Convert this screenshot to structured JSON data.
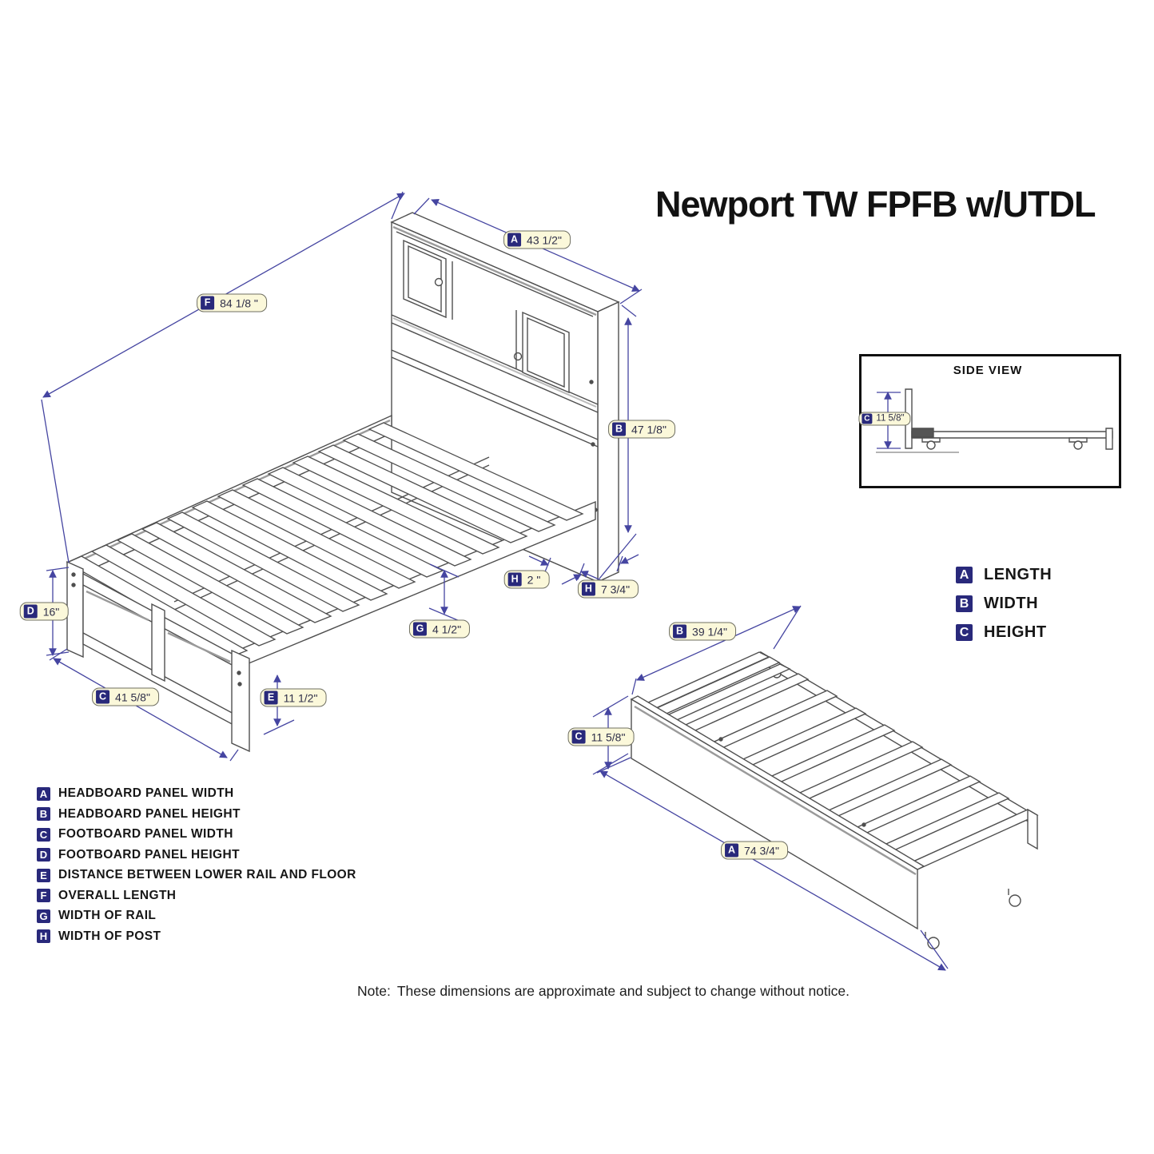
{
  "title": "Newport TW FPFB w/UTDL",
  "side_view": {
    "title": "SIDE VIEW",
    "dimension": {
      "letter": "C",
      "value": "11 5/8\""
    }
  },
  "bed_dimensions": {
    "a": {
      "letter": "A",
      "value": "43 1/2\""
    },
    "f": {
      "letter": "F",
      "value": "84 1/8 \""
    },
    "b": {
      "letter": "B",
      "value": "47 1/8\""
    },
    "h_width": {
      "letter": "H",
      "value": "2 \""
    },
    "h_depth": {
      "letter": "H",
      "value": "7 3/4\""
    },
    "g": {
      "letter": "G",
      "value": "4 1/2\""
    },
    "d": {
      "letter": "D",
      "value": "16\""
    },
    "c": {
      "letter": "C",
      "value": "41 5/8\""
    },
    "e": {
      "letter": "E",
      "value": "11 1/2\""
    }
  },
  "trundle_dimensions": {
    "b": {
      "letter": "B",
      "value": "39 1/4\""
    },
    "c": {
      "letter": "C",
      "value": "11 5/8\""
    },
    "a": {
      "letter": "A",
      "value": "74 3/4\""
    }
  },
  "axis_legend": {
    "items": [
      {
        "letter": "A",
        "label": "LENGTH"
      },
      {
        "letter": "B",
        "label": "WIDTH"
      },
      {
        "letter": "C",
        "label": "HEIGHT"
      }
    ]
  },
  "dimension_legend": {
    "items": [
      {
        "letter": "A",
        "label": "HEADBOARD PANEL WIDTH"
      },
      {
        "letter": "B",
        "label": "HEADBOARD PANEL HEIGHT"
      },
      {
        "letter": "C",
        "label": "FOOTBOARD PANEL WIDTH"
      },
      {
        "letter": "D",
        "label": "FOOTBOARD PANEL HEIGHT"
      },
      {
        "letter": "E",
        "label": "DISTANCE BETWEEN LOWER RAIL AND FLOOR"
      },
      {
        "letter": "F",
        "label": "OVERALL LENGTH"
      },
      {
        "letter": "G",
        "label": "WIDTH OF RAIL"
      },
      {
        "letter": "H",
        "label": "WIDTH OF POST"
      }
    ]
  },
  "note": {
    "label": "Note:",
    "text": "These dimensions are approximate and subject to change without notice."
  },
  "colors": {
    "badge_navy": "#29297b",
    "pill_background": "#fbf8da",
    "dimension_line": "#4545a1",
    "line_art": "#4f4f4f"
  }
}
